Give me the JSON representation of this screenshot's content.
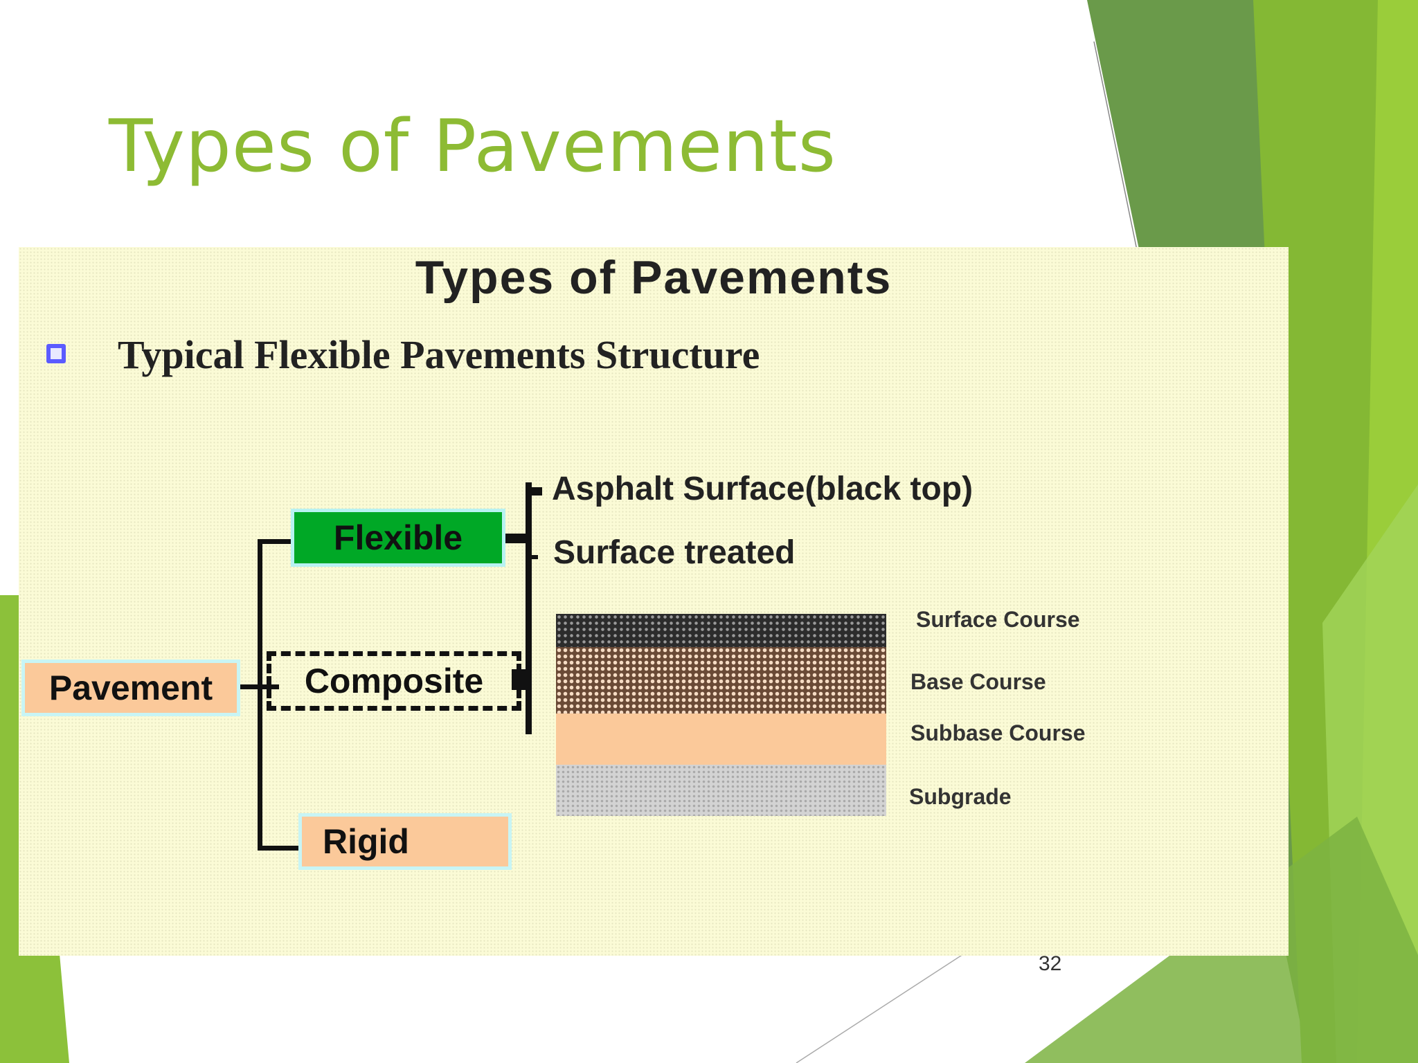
{
  "slide": {
    "title": "Types of Pavements",
    "page_number": "32"
  },
  "figure": {
    "title": "Types of  Pavements",
    "subheading": "Typical Flexible Pavements Structure",
    "root": "Pavement",
    "types": [
      "Flexible",
      "Composite",
      "Rigid"
    ],
    "flexible_subtypes": [
      "Asphalt Surface(black top)",
      "Surface treated"
    ],
    "layers": [
      "Surface Course",
      "Base Course",
      "Subbase Course",
      "Subgrade"
    ]
  },
  "colors": {
    "title_green": "#8dbb34",
    "panel_background": "#fbfbd6",
    "flexible_box": "#00a826",
    "peach_box": "#fbc99a",
    "bullet": "#5b5bff"
  }
}
